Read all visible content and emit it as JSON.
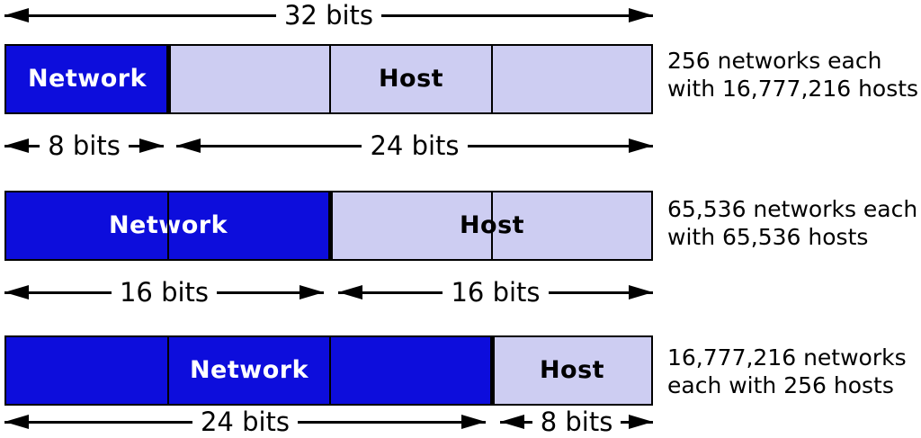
{
  "colors": {
    "network_fill": "#0d0ddc",
    "host_fill": "#cdcdf2",
    "outline": "#000000",
    "network_text": "#ffffff",
    "host_text": "#000000"
  },
  "top_measure": {
    "label": "32 bits"
  },
  "rows": [
    {
      "network_bits": 8,
      "host_bits": 24,
      "network_label": "Network",
      "host_label": "Host",
      "left_measure": "8 bits",
      "right_measure": "24 bits",
      "annotation_line1": "256 networks each",
      "annotation_line2": "with 16,777,216 hosts"
    },
    {
      "network_bits": 16,
      "host_bits": 16,
      "network_label": "Network",
      "host_label": "Host",
      "left_measure": "16 bits",
      "right_measure": "16 bits",
      "annotation_line1": "65,536 networks each",
      "annotation_line2": "with 65,536 hosts"
    },
    {
      "network_bits": 24,
      "host_bits": 8,
      "network_label": "Network",
      "host_label": "Host",
      "left_measure": "24 bits",
      "right_measure": "8 bits",
      "annotation_line1": "16,777,216 networks",
      "annotation_line2": "each with 256 hosts"
    }
  ]
}
